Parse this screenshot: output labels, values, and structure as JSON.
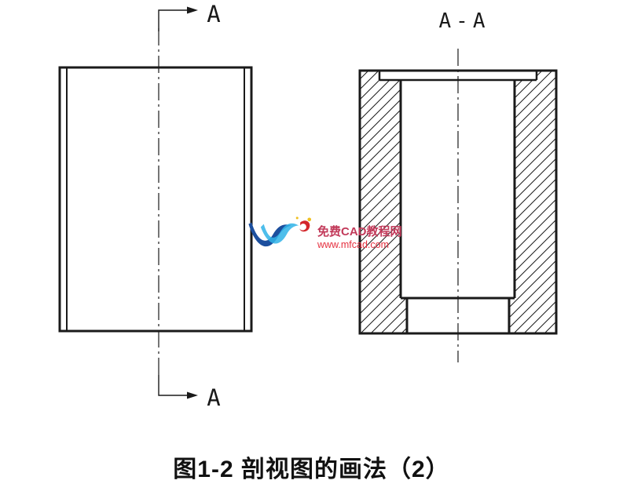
{
  "figure": {
    "caption": "图1-2 剖视图的画法（2）"
  },
  "labels": {
    "cutting_arrow_top": "A",
    "cutting_arrow_bottom": "A",
    "section_title": "A-A"
  },
  "watermark": {
    "site_name": "免费CAD教程网",
    "site_url": "www.mfcad.com"
  },
  "colors": {
    "line": "#1a1a1a",
    "caption": "#111111",
    "watermark_name": "#c23a5a",
    "watermark_url": "#e5303f",
    "logo_blue": "#1c4f9e",
    "logo_cyan": "#2fb3e8",
    "logo_red": "#d3262b",
    "logo_yellow": "#f0c020"
  }
}
